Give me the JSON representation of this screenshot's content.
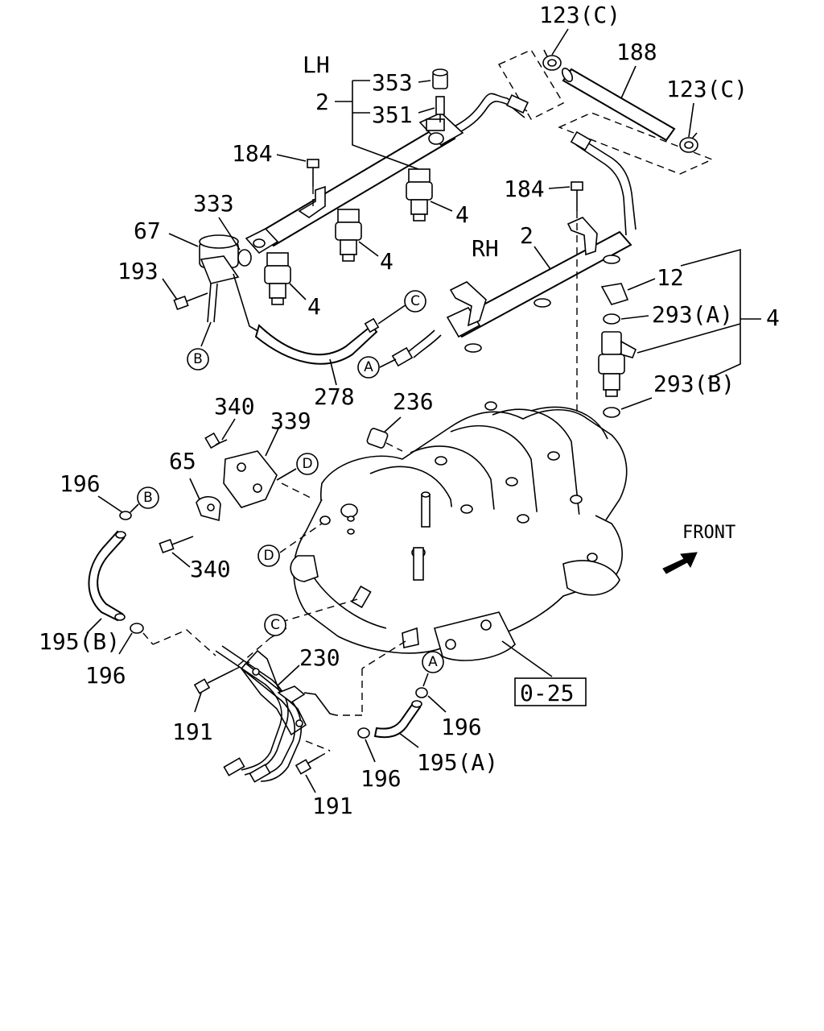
{
  "labels": {
    "lh": "LH",
    "rh": "RH",
    "front": "FRONT",
    "ref_box": "0-25"
  },
  "callouts": {
    "c123c_top": "123(C)",
    "c188": "188",
    "c123c_right": "123(C)",
    "c353": "353",
    "c351": "351",
    "c2_lh": "2",
    "c184_left": "184",
    "c184_right": "184",
    "c333": "333",
    "c67": "67",
    "c193": "193",
    "c4_a": "4",
    "c4_b": "4",
    "c4_c": "4",
    "c2_rh": "2",
    "c12": "12",
    "c293a": "293(A)",
    "c4_group": "4",
    "c293b": "293(B)",
    "c278": "278",
    "c340_top": "340",
    "c339": "339",
    "c236": "236",
    "c65": "65",
    "c196_a": "196",
    "c340_bottom": "340",
    "c195b": "195(B)",
    "c196_b": "196",
    "c230": "230",
    "c191_a": "191",
    "c196_c": "196",
    "c196_d": "196",
    "c195a": "195(A)",
    "c191_b": "191"
  },
  "connectors": {
    "a1": "A",
    "a2": "A",
    "b1": "B",
    "b2": "B",
    "c1": "C",
    "c2": "C",
    "d1": "D",
    "d2": "D"
  }
}
